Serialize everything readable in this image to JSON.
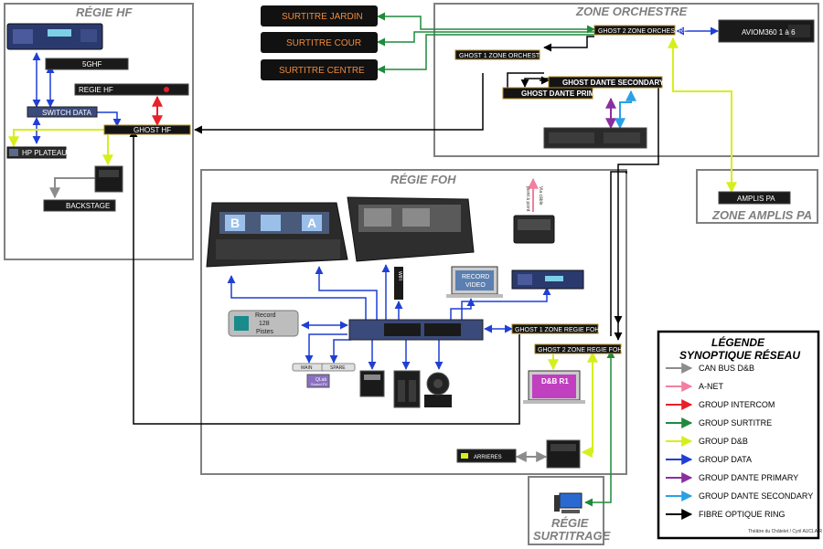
{
  "zones": {
    "regie_hf": "RÉGIE HF",
    "zone_orchestre": "ZONE ORCHESTRE",
    "regie_foh": "RÉGIE FOH",
    "zone_amplis_pa": "ZONE AMPLIS PA",
    "regie_surtitrage_1": "RÉGIE",
    "regie_surtitrage_2": "SURTITRAGE"
  },
  "devices": {
    "hf_5ghf": "5GHF",
    "hf_regie": "REGIE HF",
    "switch_data": "SWITCH DATA",
    "ghost_hf": "GHOST HF",
    "hp_plateau": "HP PLATEAU",
    "backstage": "BACKSTAGE",
    "surtitre_jardin": "SURTITRE JARDIN",
    "surtitre_cour": "SURTITRE COUR",
    "surtitre_centre": "SURTITRE CENTRE",
    "ghost2_orchestre": "GHOST 2 ZONE ORCHESTRE",
    "ghost1_orchestre": "GHOST 1 ZONE ORCHESTRE",
    "aviom": "AVIOM360 1 à 6",
    "dante_secondary": "GHOST DANTE SECONDARY",
    "dante_primary": "GHOST DANTE PRIMARY",
    "amplis_pa": "AMPLIS PA",
    "console_b": "B",
    "console_a": "A",
    "record_128": "Record\n128\nPistes",
    "record_128_l1": "Record",
    "record_128_l2": "128",
    "record_128_l3": "Pistes",
    "wifi": "WIFI",
    "record_video_l1": "RECORD",
    "record_video_l2": "VIDEO",
    "main": "MAIN",
    "spare": "SPARE",
    "qlab": "QLab",
    "qlab_sub": "Sound FX",
    "ghost1_foh": "GHOST 1 ZONE REGIE FOH",
    "ghost2_foh": "GHOST 2 ZONE REGIE FOH",
    "db_r1": "D&B R1",
    "arrieres": "ARRIERES",
    "via_cable_l1": "Via câble",
    "via_cable_l2": "point à point"
  },
  "legend": {
    "title_1": "LÉGENDE",
    "title_2": "SYNOPTIQUE RÉSEAU",
    "items": [
      {
        "label": "CAN BUS D&B",
        "color": "#8c8c8c"
      },
      {
        "label": "A-NET",
        "color": "#f27fa0"
      },
      {
        "label": "GROUP INTERCOM",
        "color": "#e8202a"
      },
      {
        "label": "GROUP SURTITRE",
        "color": "#1f8a3c"
      },
      {
        "label": "GROUP D&B",
        "color": "#d6ef1c"
      },
      {
        "label": "GROUP DATA",
        "color": "#1f3fd6"
      },
      {
        "label": "GROUP DANTE PRIMARY",
        "color": "#8a2f9e"
      },
      {
        "label": "GROUP DANTE SECONDARY",
        "color": "#2aa0e6"
      },
      {
        "label": "FIBRE OPTIQUE RING",
        "color": "#000000"
      }
    ],
    "credit": "Théâtre du Châtelet / Cyril AUCLAIR"
  }
}
